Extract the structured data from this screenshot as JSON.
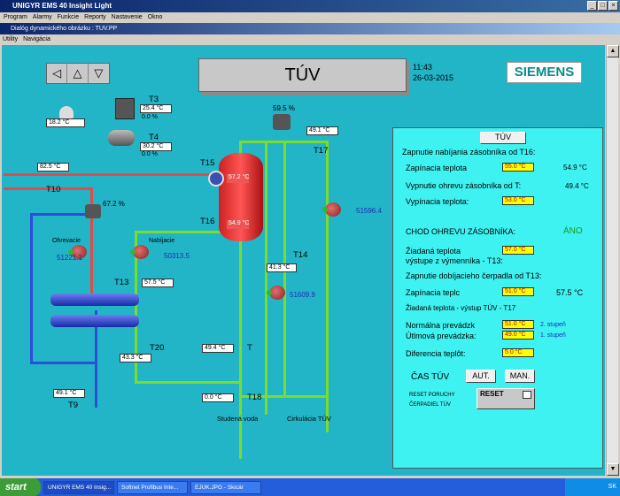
{
  "window": {
    "title": "UNIGYR EMS 40 Insight  Light"
  },
  "menu": [
    "Program",
    "Alarmy",
    "Funkcie",
    "Reporty",
    "Nastavenie",
    "Okno"
  ],
  "child_window": {
    "title": "Dialóg dynamického obrázku : TUV.PP"
  },
  "submenu": [
    "Utility",
    "Navigácia"
  ],
  "header": {
    "title": "TÚV",
    "time": "11:43",
    "date": "26-03-2015",
    "brand": "SIEMENS"
  },
  "sensors": {
    "outdoor": "18.2 °C",
    "t3_temp": "25.4 °C",
    "t3_pct": "0.0 %",
    "t4_temp": "30.2 °C",
    "t4_pct": "0.0 %",
    "valve_top": "59.5 %",
    "t17": "49.1 °C",
    "t10": "82.5 °C",
    "tank_top": "57.2 °C",
    "tank_mid": "54.9 °C",
    "valve_left": "67.2 %",
    "t14": "41.3 °C",
    "t13": "57.5 °C",
    "t20": "43.3 °C",
    "t_mid": "49.4 °C",
    "t18": "0.0 °C",
    "t9": "49.1 °C",
    "pump_ohrev": "51221.1",
    "pump_nab": "50313.5",
    "pump_right": "51596.4",
    "pump_mid": "51609.9"
  },
  "labels": {
    "t3": "T3",
    "t4": "T4",
    "t15": "T15",
    "t16": "T16",
    "t17": "T17",
    "t10": "T10",
    "t14": "T14",
    "t13": "T13",
    "t20": "T20",
    "t": "T",
    "t18": "T18",
    "t9": "T9",
    "ohrev": "Ohrevacie",
    "nab": "Nabíjacie",
    "studena": "Studená voda",
    "cirk": "Cirkulácia TÚV"
  },
  "panel": {
    "button": "TÚV",
    "l1": "Zapnutie nabíjania zásobníka od T16:",
    "l2": "Zapínacia teplota",
    "v2": "55.0 °C",
    "r2": "54.9 °C",
    "l3": "Vypnutie ohrevu zásobníka od T:",
    "r3": "49.4 °C",
    "l4": "Vypínacia teplota:",
    "v4": "53.0 °C",
    "l5": "CHOD OHREVU ZÁSOBNÍKA:",
    "v5": "ÁNO",
    "l6a": "Žiadaná teplota",
    "l6b": "výstupe z výmenníka - T13:",
    "v6": "57.0 °C",
    "l7": "Zapnutie dobíjacieho čerpadla od T13:",
    "l8": "Zapínacia teplc",
    "v8": "51.0 °C",
    "r8": "57.5 °C",
    "l9": "Žiadaná teplota - výstup TÚV - T17",
    "l10": "Normálna prevádzk",
    "v10": "51.0 °C",
    "r10": "2. stupeň",
    "l11": "Útlmová prevádzka:",
    "v11": "49.0 °C",
    "r11": "1. stupeň",
    "l12": "Diferencia teplôt:",
    "v12": "5.0 °C",
    "l13": "ČAS TÚV",
    "b_aut": "AUT.",
    "b_man": "MAN.",
    "l14a": "RESET PORUCHY",
    "l14b": "ČERPADIEL TÚV",
    "reset": "RESET"
  },
  "taskbar": {
    "start": "start",
    "tasks": [
      "UNIGYR EMS 40 Insig...",
      "Softnet Profibus Inte...",
      "EJUK.JPG - Skicár"
    ],
    "tray": "SK"
  }
}
